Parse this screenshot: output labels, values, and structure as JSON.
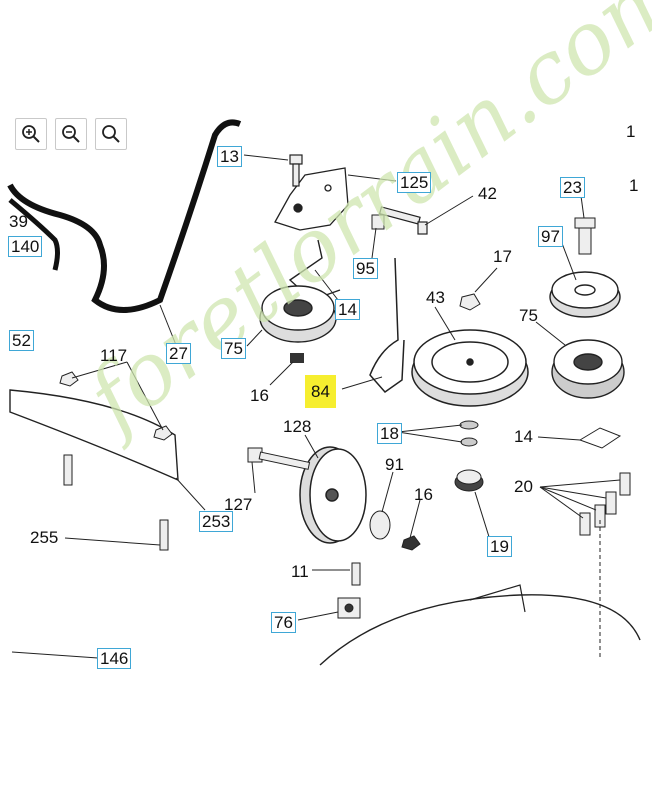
{
  "toolbar": {
    "zoom_in_icon": "zoom-in-icon",
    "zoom_out_icon": "zoom-out-icon",
    "zoom_reset_icon": "magnifier-icon"
  },
  "callouts": {
    "p13": "13",
    "p125": "125",
    "p42": "42",
    "p23": "23",
    "p97": "97",
    "p95": "95",
    "p17": "17",
    "p43": "43",
    "p14a": "14",
    "p75a": "75",
    "p75b": "75",
    "p27": "27",
    "p16a": "16",
    "p84": "84",
    "p117": "117",
    "p18": "18",
    "p14b": "14",
    "p128": "128",
    "p91": "91",
    "p16b": "16",
    "p20": "20",
    "p127": "127",
    "p253": "253",
    "p255": "255",
    "p19": "19",
    "p11": "11",
    "p76": "76",
    "p146": "146",
    "p140": "140",
    "p39": "39",
    "p52": "52",
    "p1a": "1",
    "p1b": "1"
  },
  "watermark": "foretlorrain.com",
  "colors": {
    "callout_border": "#3fa7d6",
    "highlight": "#f6ee2f",
    "watermark": "#cfe6b0"
  }
}
